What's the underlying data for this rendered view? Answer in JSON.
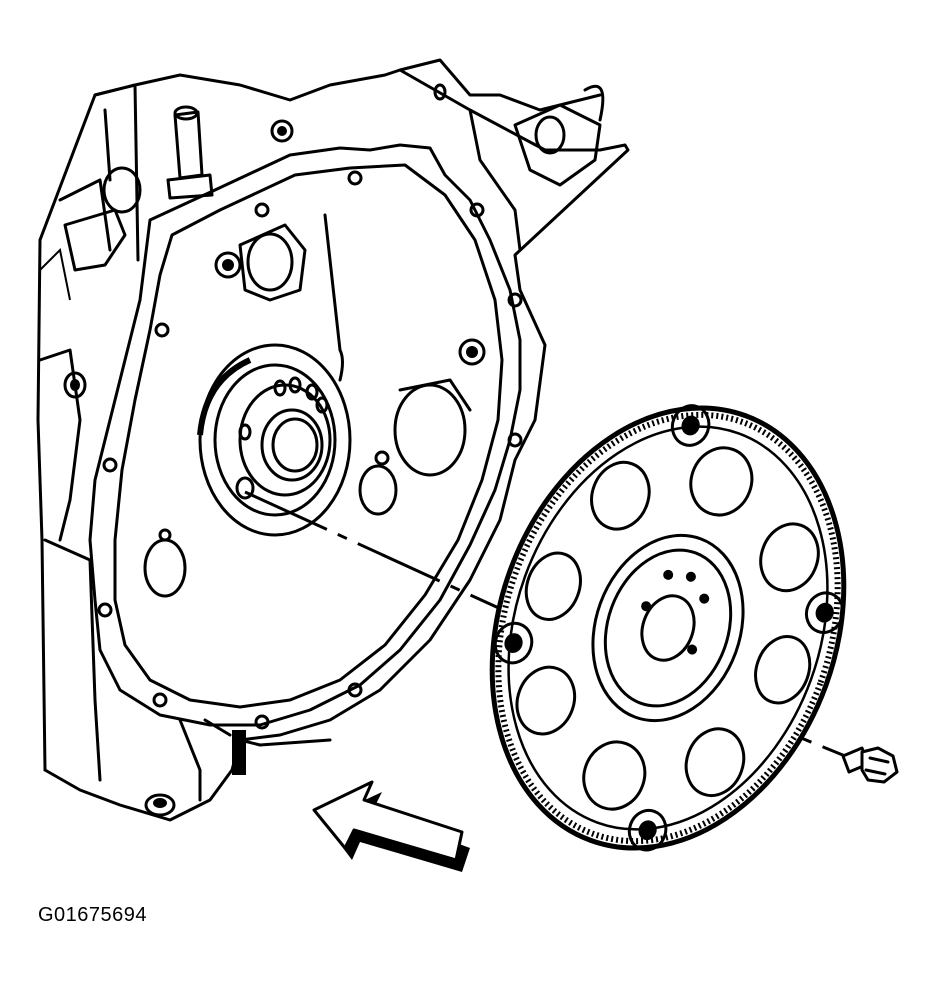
{
  "figure_id": "G01675694",
  "colors": {
    "line": "#000000",
    "background": "#ffffff"
  },
  "icons": [
    "engine-block-drawing",
    "flexplate-drawing",
    "bolt-icon",
    "direction-arrow-icon"
  ]
}
